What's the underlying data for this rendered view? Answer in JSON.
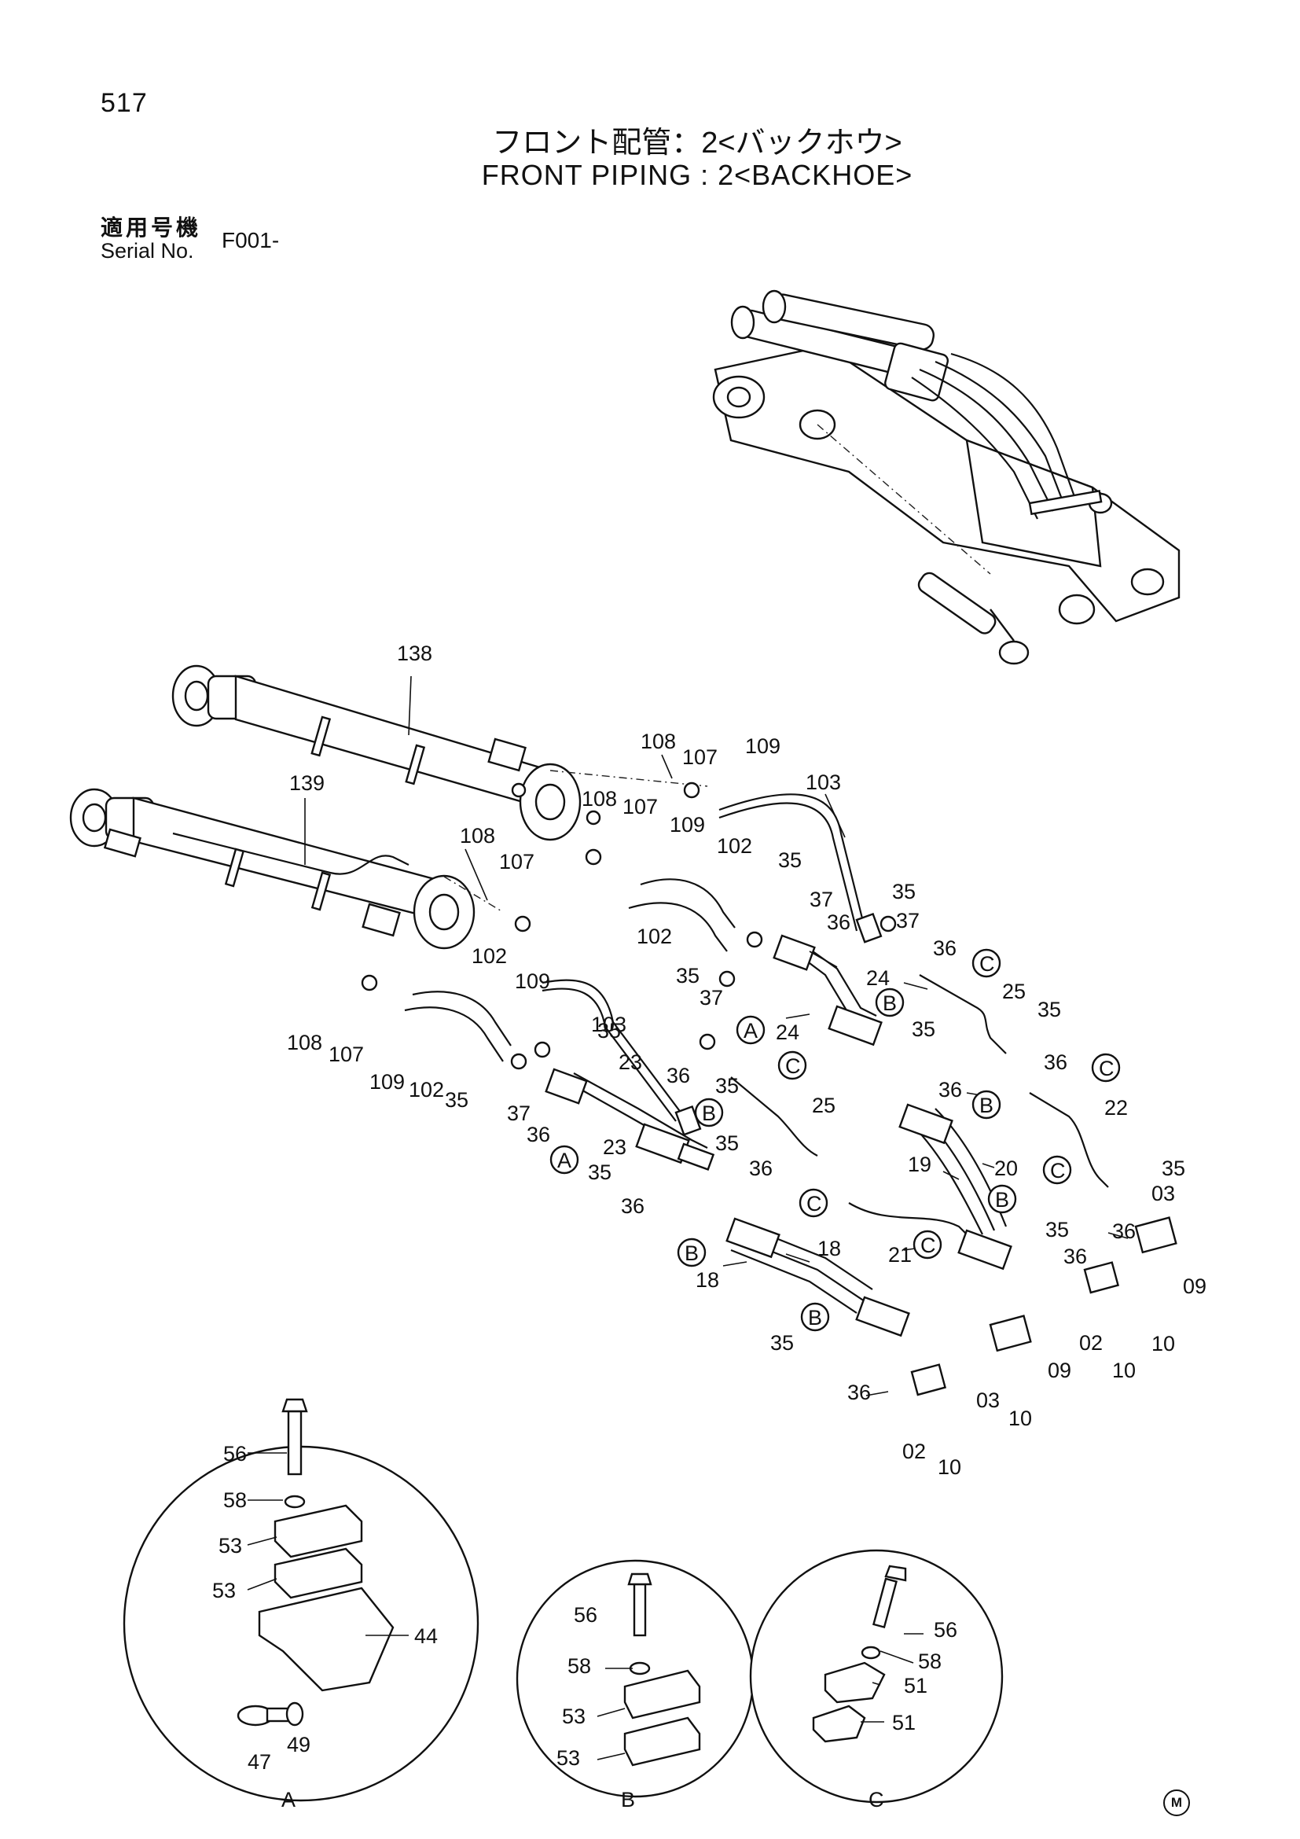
{
  "header": {
    "page_number": "517",
    "title_ja": "フロント配管：2<バックホウ>",
    "title_en": "FRONT PIPING : 2<BACKHOE>",
    "serial_label_ja": "適用号機",
    "serial_label_en": "Serial No.",
    "serial_value": "F001-"
  },
  "diagram": {
    "part_labels": {
      "p138": "138",
      "p139": "139",
      "p108a": "108",
      "p107a": "107",
      "p109a": "109",
      "p103a": "103",
      "p108b": "108",
      "p107b": "107",
      "p109b": "109",
      "p102a": "102",
      "p35a": "35",
      "p108c": "108",
      "p107c": "107",
      "p109c": "109",
      "p103b": "103",
      "p102b": "102",
      "p35b": "35",
      "p37a": "37",
      "p36a": "36",
      "p35c": "35",
      "p37b": "37",
      "p36b": "36",
      "p25a": "25",
      "p35d": "35",
      "p24a": "24",
      "p24b": "24",
      "p35e": "35",
      "p35f": "35",
      "p37c": "37",
      "p36c": "36",
      "p102c": "102",
      "p108d": "108",
      "p107d": "107",
      "p109d": "109",
      "p102d": "102",
      "p35g": "35",
      "p37d": "37",
      "p36d": "36",
      "p23a": "23",
      "p23b": "23",
      "p35h": "35",
      "p36e": "36",
      "p25b": "25",
      "p35i": "35",
      "p36f": "36",
      "p36g": "36",
      "p22": "22",
      "p36h": "36",
      "p19": "19",
      "p20": "20",
      "p35j": "35",
      "p21": "21",
      "p35k": "35",
      "p36i": "36",
      "p03a": "03",
      "p09a": "09",
      "p10a": "10",
      "p18a": "18",
      "p18b": "18",
      "p36j": "36",
      "p02a": "02",
      "p10b": "10",
      "p09b": "09",
      "p03b": "03",
      "p10c": "10",
      "p35l": "35",
      "p36k": "36",
      "p02b": "02",
      "p10d": "10",
      "p35m": "35"
    },
    "bubble_labels": {
      "A1": "A",
      "A2": "A",
      "B1": "B",
      "B2": "B",
      "B3": "B",
      "B4": "B",
      "B5": "B",
      "B6": "B",
      "C1": "C",
      "C2": "C",
      "C3": "C",
      "C4": "C",
      "C5": "C",
      "C6": "C"
    },
    "detail_A": {
      "caption": "A",
      "labels": {
        "p56": "56",
        "p58": "58",
        "p53a": "53",
        "p53b": "53",
        "p44": "44",
        "p49": "49",
        "p47": "47"
      }
    },
    "detail_B": {
      "caption": "B",
      "labels": {
        "p56": "56",
        "p58": "58",
        "p53a": "53",
        "p53b": "53"
      }
    },
    "detail_C": {
      "caption": "C",
      "labels": {
        "p56": "56",
        "p58": "58",
        "p51a": "51",
        "p51b": "51"
      }
    },
    "maker_mark": "M"
  }
}
